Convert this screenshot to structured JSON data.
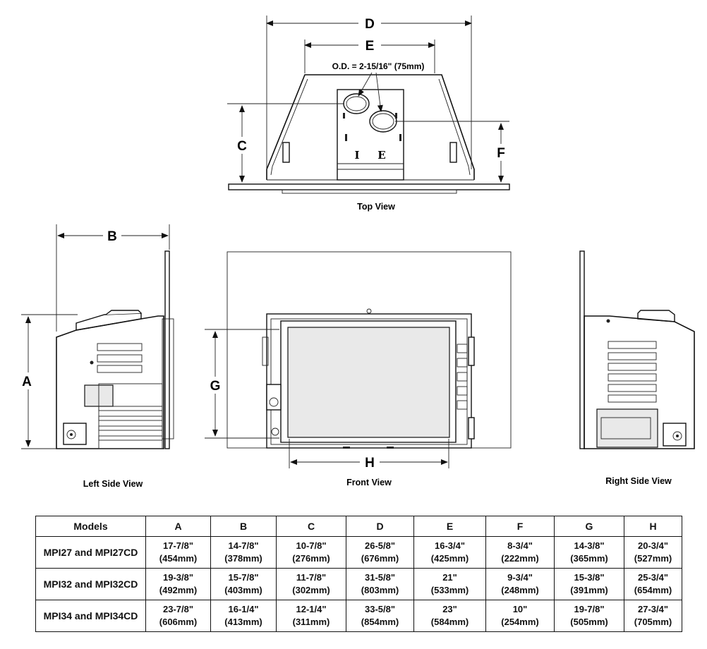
{
  "diagram": {
    "dimension_labels": {
      "A": "A",
      "B": "B",
      "C": "C",
      "D": "D",
      "E": "E",
      "F": "F",
      "G": "G",
      "H": "H"
    },
    "od_note": "O.D. = 2-15/16\" (75mm)",
    "pipe_marks": {
      "intake": "I",
      "exhaust": "E"
    },
    "views": {
      "top": "Top View",
      "left": "Left Side View",
      "front": "Front View",
      "right": "Right Side View"
    }
  },
  "table": {
    "headers": [
      "Models",
      "A",
      "B",
      "C",
      "D",
      "E",
      "F",
      "G",
      "H"
    ],
    "rows": [
      {
        "model": "MPI27 and MPI27CD",
        "cells": [
          [
            "17-7/8\"",
            "(454mm)"
          ],
          [
            "14-7/8\"",
            "(378mm)"
          ],
          [
            "10-7/8\"",
            "(276mm)"
          ],
          [
            "26-5/8\"",
            "(676mm)"
          ],
          [
            "16-3/4\"",
            "(425mm)"
          ],
          [
            "8-3/4\"",
            "(222mm)"
          ],
          [
            "14-3/8\"",
            "(365mm)"
          ],
          [
            "20-3/4\"",
            "(527mm)"
          ]
        ]
      },
      {
        "model": "MPI32 and MPI32CD",
        "cells": [
          [
            "19-3/8\"",
            "(492mm)"
          ],
          [
            "15-7/8\"",
            "(403mm)"
          ],
          [
            "11-7/8\"",
            "(302mm)"
          ],
          [
            "31-5/8\"",
            "(803mm)"
          ],
          [
            "21\"",
            "(533mm)"
          ],
          [
            "9-3/4\"",
            "(248mm)"
          ],
          [
            "15-3/8\"",
            "(391mm)"
          ],
          [
            "25-3/4\"",
            "(654mm)"
          ]
        ]
      },
      {
        "model": "MPI34 and MPI34CD",
        "cells": [
          [
            "23-7/8\"",
            "(606mm)"
          ],
          [
            "16-1/4\"",
            "(413mm)"
          ],
          [
            "12-1/4\"",
            "(311mm)"
          ],
          [
            "33-5/8\"",
            "(854mm)"
          ],
          [
            "23\"",
            "(584mm)"
          ],
          [
            "10\"",
            "(254mm)"
          ],
          [
            "19-7/8\"",
            "(505mm)"
          ],
          [
            "27-3/4\"",
            "(705mm)"
          ]
        ]
      }
    ]
  }
}
